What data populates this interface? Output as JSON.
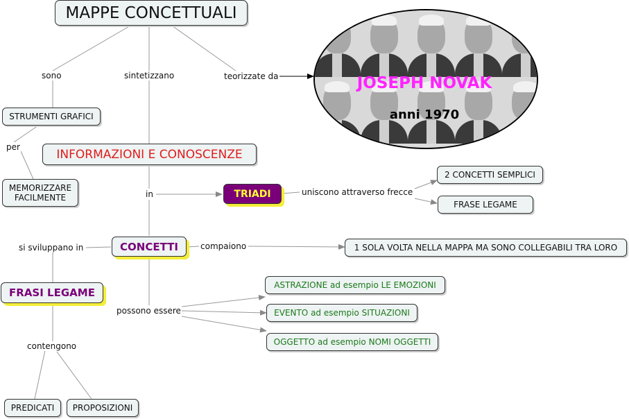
{
  "title": "MAPPE CONCETTUALI",
  "novak": {
    "name": "JOSEPH NOVAK",
    "years": "anni 1970"
  },
  "nodes": {
    "strumenti": "STRUMENTI GRAFICI",
    "memorizzare": "MEMORIZZARE FACILMENTE",
    "informazioni": "INFORMAZIONI E CONOSCENZE",
    "triadi": "TRIADI",
    "concetti_semplici": "2 CONCETTI SEMPLICI",
    "frase_legame": "FRASE LEGAME",
    "concetti": "CONCETTI",
    "una_volta": "1 SOLA VOLTA NELLA MAPPA MA SONO COLLEGABILI TRA LORO",
    "frasi_legame": "FRASI LEGAME",
    "astrazione": "ASTRAZIONE  ad esempio LE EMOZIONI",
    "evento": "EVENTO ad esempio SITUAZIONI",
    "oggetto": "OGGETTO ad esempio NOMI OGGETTI",
    "predicati": "PREDICATI",
    "proposizioni": "PROPOSIZIONI"
  },
  "links": {
    "sono": "sono",
    "sintetizzano": "sintetizzano",
    "teorizzate": "teorizzate da",
    "per": "per",
    "in": "in",
    "uniscono": "uniscono attraverso frecce",
    "compaiono": "compaiono",
    "sviluppano": "si sviluppano in",
    "possono": "possono essere",
    "contengono": "contengono"
  },
  "colors": {
    "green_text": "#1a7a1a",
    "purple_text": "#7a007a",
    "novak_text": "#ff22ff",
    "highlight_shadow": "#f4ee39"
  }
}
